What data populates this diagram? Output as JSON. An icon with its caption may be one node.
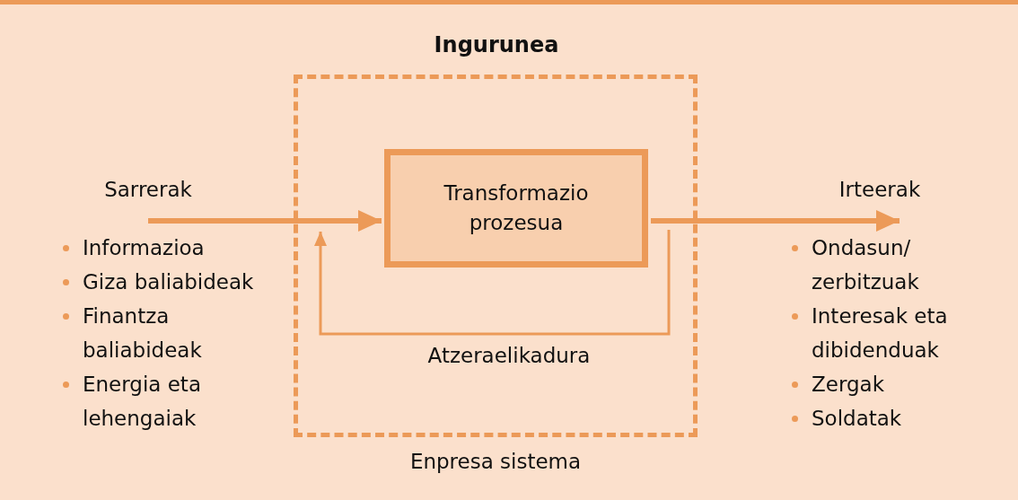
{
  "diagram": {
    "title": "Ingurunea",
    "nodes": [
      {
        "text": [
          "Enpresa sistema"
        ]
      },
      {
        "text": [
          "Transformazio prozesua"
        ],
        "in": 0
      },
      {
        "text": [
          "Sarrerak"
        ]
      },
      {
        "text": [
          "Irteerak"
        ]
      }
    ],
    "edges": [
      {
        "from": 2,
        "to": 1,
        "arrow": "to"
      },
      {
        "from": 1,
        "to": 3,
        "arrow": "to"
      },
      {
        "from": 1,
        "to": 1,
        "arrow": "to",
        "label": "Atzeraelikadura"
      }
    ],
    "labels": [
      "Informazioa",
      "Giza baliabideak",
      "Finantza baliabideak",
      "Energia eta lehengaiak",
      "Ondasun/ zerbitzuak",
      "Interesak eta dibidenduak",
      "Zergak",
      "Soldatak"
    ]
  }
}
